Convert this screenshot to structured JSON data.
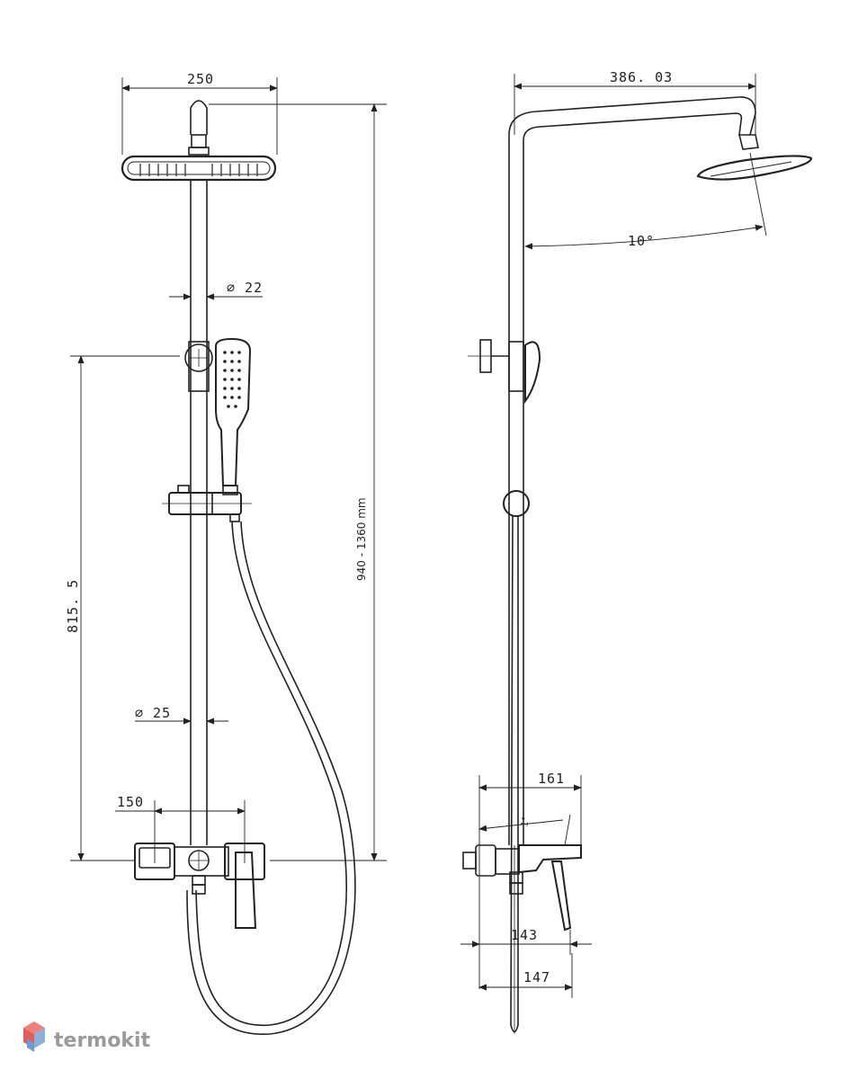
{
  "dimensions": {
    "head_width": "250",
    "arm_length": "386. 03",
    "tilt_angle": "10°",
    "pipe_upper_diameter": "∅ 22",
    "pipe_lower_diameter": "∅ 25",
    "slider_height": "815. 5",
    "total_height": "940 - 1360 mm",
    "mixer_centers": "150",
    "spout_projection": "161",
    "lever_angle": "1°",
    "mixer_depth_1": "143",
    "mixer_depth_2": "147"
  },
  "logo": {
    "name": "termokit"
  }
}
